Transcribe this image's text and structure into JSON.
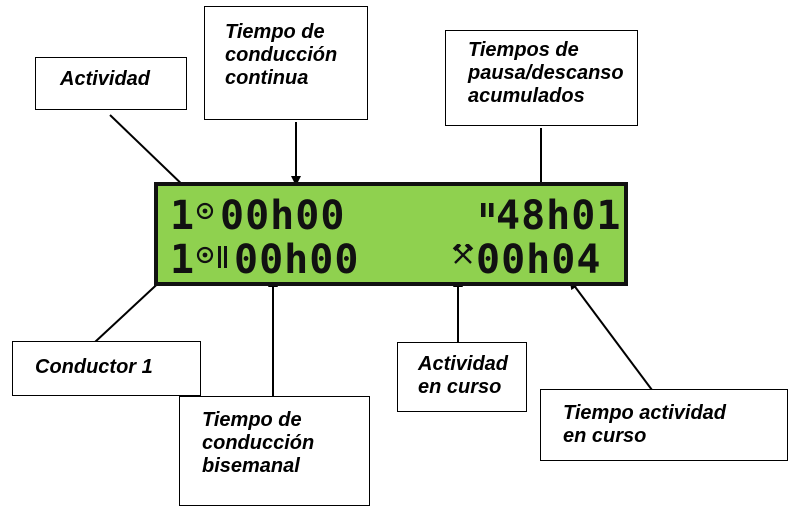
{
  "display": {
    "background_color": "#8fd14f",
    "row1": {
      "driver": "1",
      "activity_icon": "driving-circle-icon",
      "left_time": "00h00",
      "right_icon": "pause-bars-icon",
      "right_time": "48h01"
    },
    "row2": {
      "driver": "1",
      "activity_icon": "driving-circle-icon",
      "sub_icon": "double-bar-icon",
      "left_time": "00h00",
      "right_icon": "crossed-hammers-icon",
      "right_time": "00h04"
    }
  },
  "callouts": {
    "actividad": [
      "Actividad"
    ],
    "tiempo_conduccion_continua": [
      "Tiempo de",
      "conducción",
      "continua"
    ],
    "tiempos_pausa": [
      "Tiempos de",
      "pausa/descanso",
      "acumulados"
    ],
    "conductor_1": [
      "Conductor 1"
    ],
    "tiempo_conduccion_bisemanal": [
      "Tiempo de",
      "conducción",
      "bisemanal"
    ],
    "actividad_en_curso": [
      "Actividad",
      "en curso"
    ],
    "tiempo_actividad_en_curso": [
      "Tiempo  actividad",
      "en curso"
    ]
  }
}
